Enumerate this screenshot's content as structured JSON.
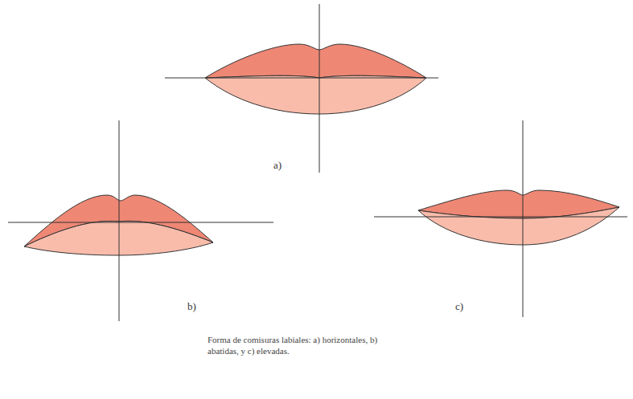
{
  "diagram": {
    "caption": "Forma de comisuras labiales: a) horizontales, b) abatidas, y c) elevadas.",
    "labels": [
      "a)",
      "b)",
      "c)"
    ]
  }
}
